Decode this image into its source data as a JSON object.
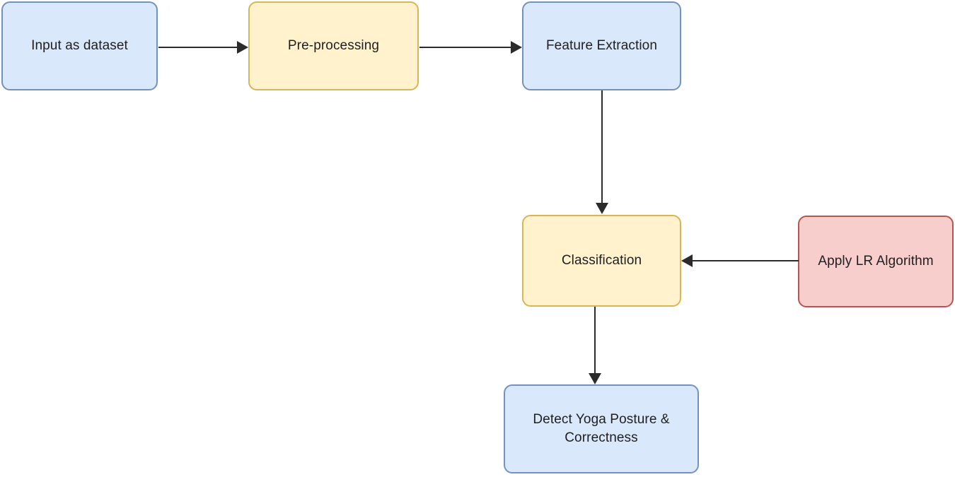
{
  "diagram": {
    "type": "flowchart",
    "title": "",
    "background_color": "#ffffff",
    "palette": {
      "blue_fill": "#dae8fc",
      "blue_stroke": "#7491c0",
      "yellow_fill": "#fff2cc",
      "yellow_stroke": "#d6b656",
      "pink_fill": "#f8cecc",
      "pink_stroke": "#b85450",
      "edge_color": "#2b2b2b",
      "text_color": "#1f1f1f"
    },
    "nodes": [
      {
        "id": "input",
        "label": "Input as dataset"
      },
      {
        "id": "preprocessing",
        "label": "Pre-processing"
      },
      {
        "id": "feature",
        "label": "Feature Extraction"
      },
      {
        "id": "classification",
        "label": "Classification"
      },
      {
        "id": "apply_lr",
        "label": "Apply LR Algorithm"
      },
      {
        "id": "detect_line1",
        "label": "Detect Yoga Posture &"
      },
      {
        "id": "detect_line2",
        "label": "Correctness"
      }
    ],
    "edges": [
      {
        "from": "input",
        "to": "preprocessing",
        "direction": "right",
        "label": ""
      },
      {
        "from": "preprocessing",
        "to": "feature",
        "direction": "right",
        "label": ""
      },
      {
        "from": "feature",
        "to": "classification",
        "direction": "down",
        "label": ""
      },
      {
        "from": "apply_lr",
        "to": "classification",
        "direction": "left",
        "label": ""
      },
      {
        "from": "classification",
        "to": "detect",
        "direction": "down",
        "label": ""
      }
    ]
  }
}
